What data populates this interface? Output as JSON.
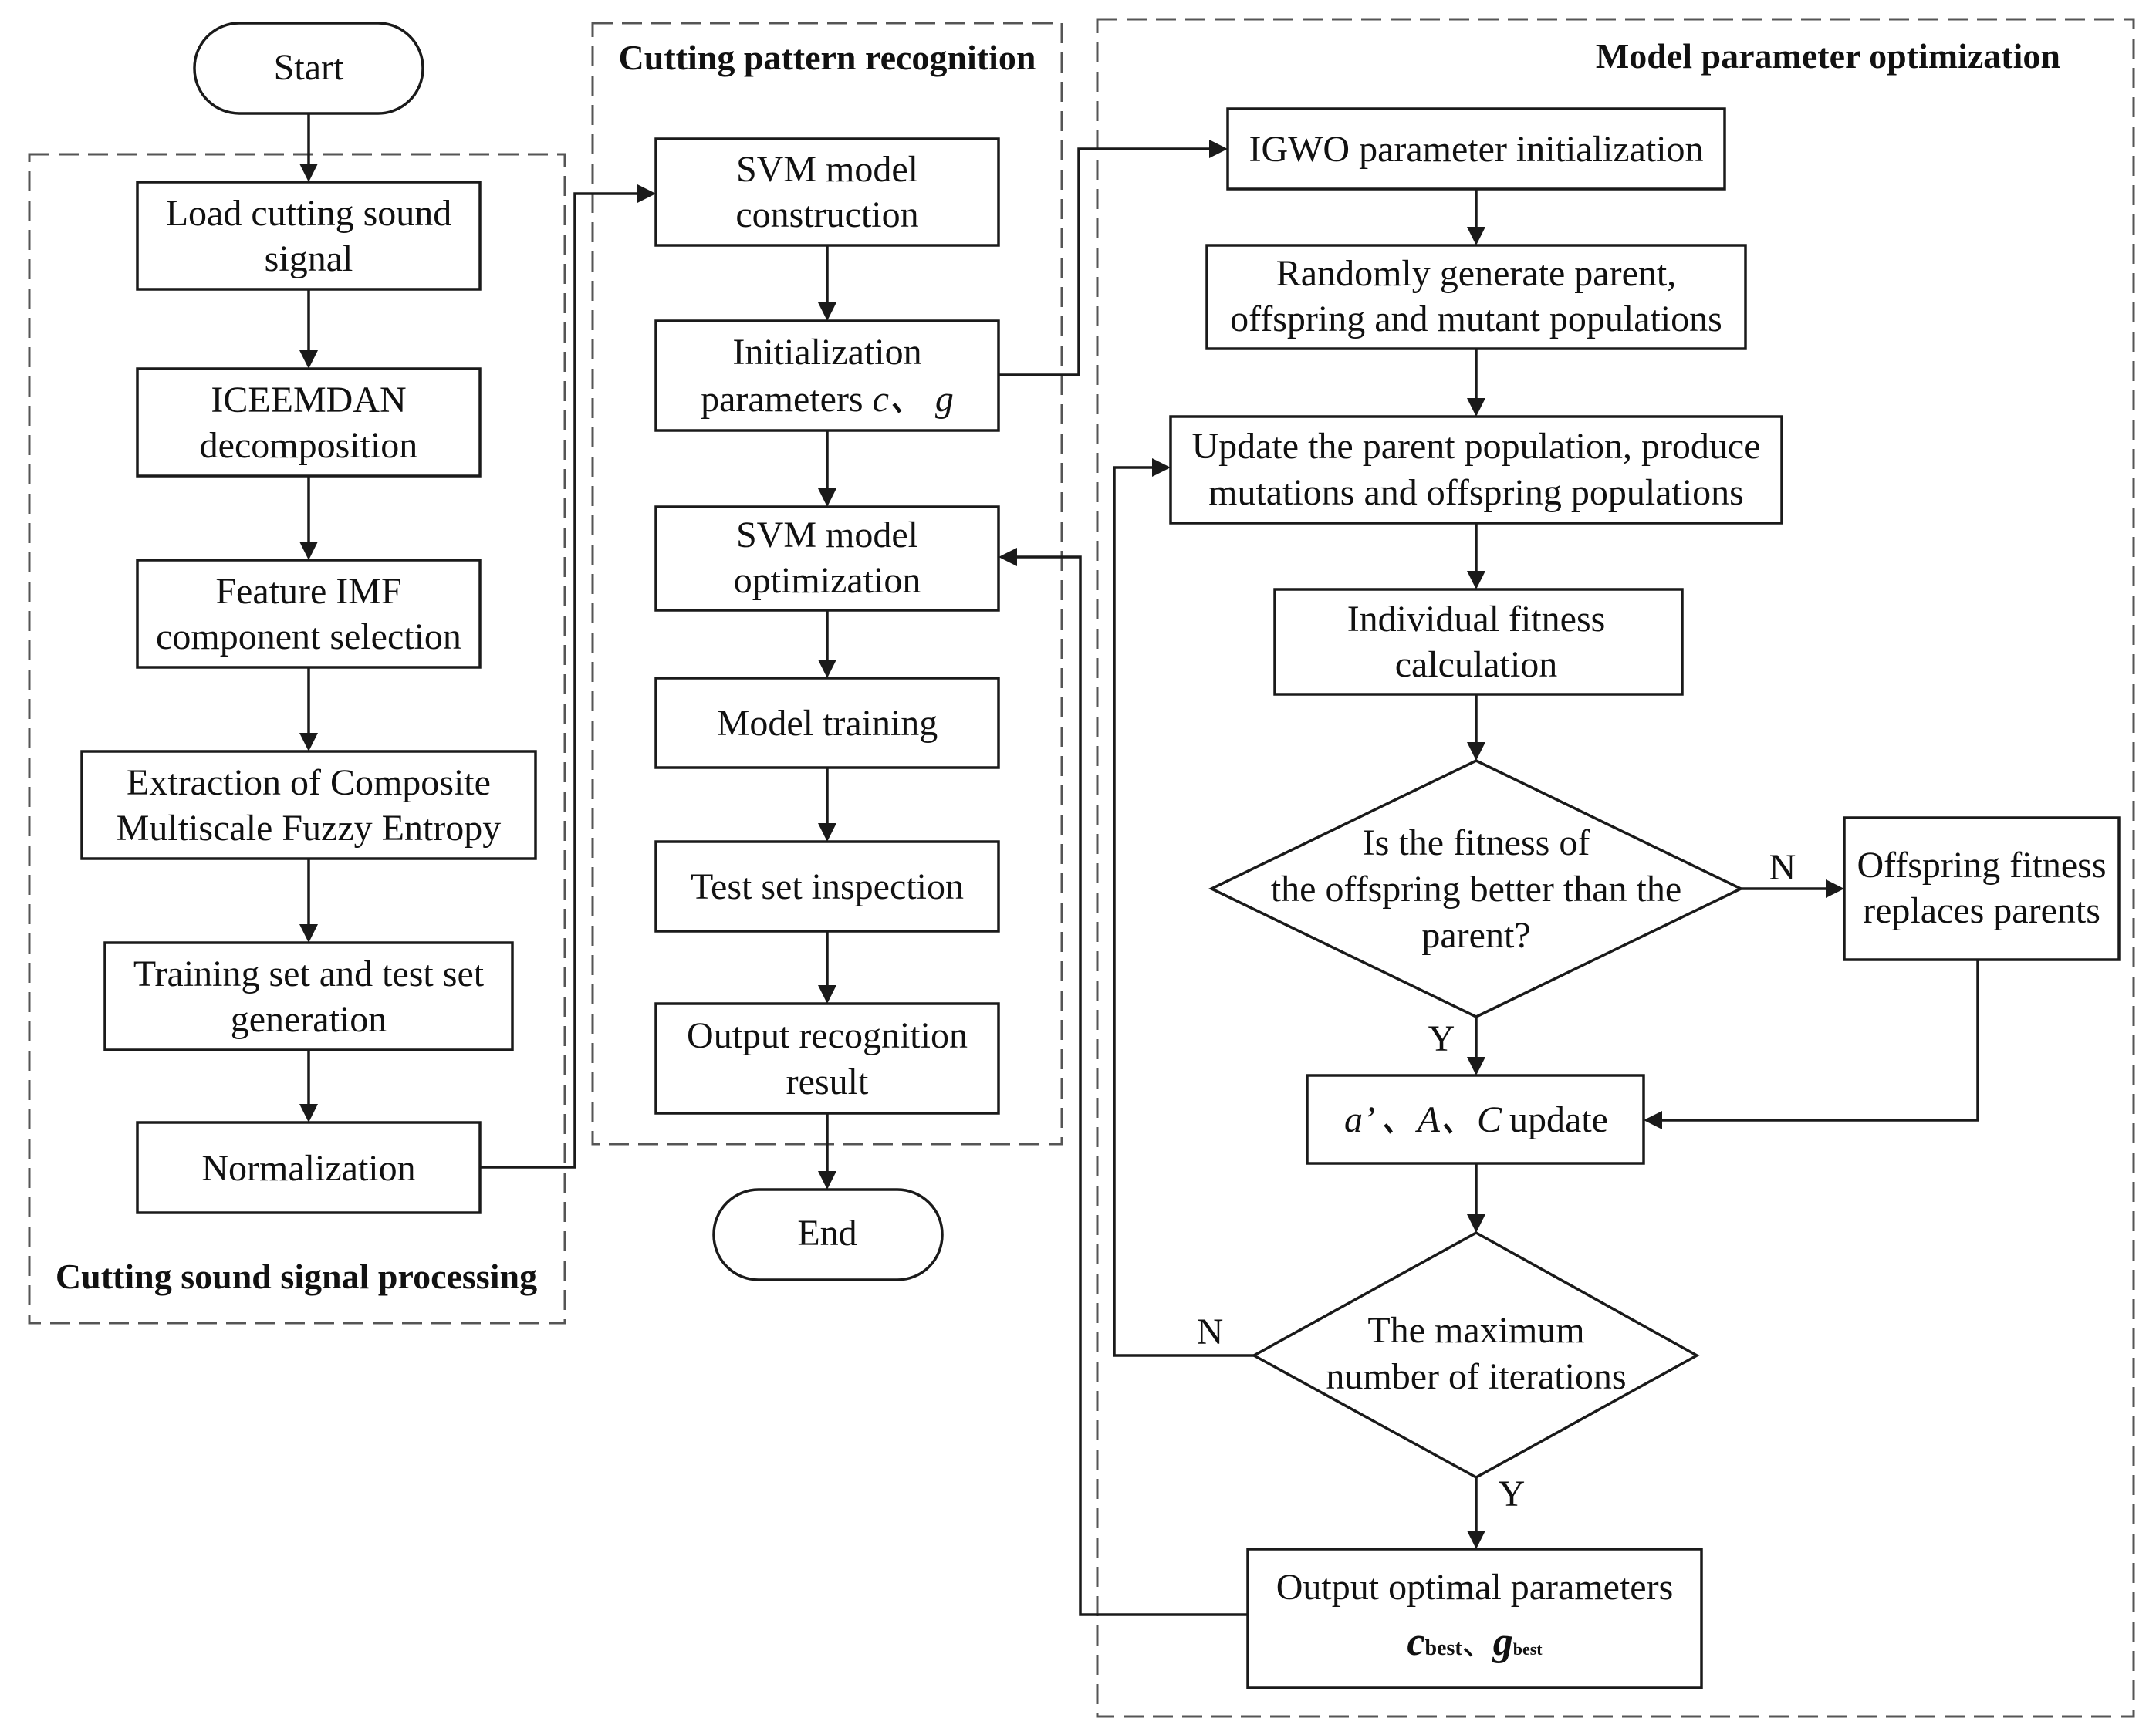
{
  "groups": {
    "processing": "Cutting sound signal processing",
    "recognition": "Cutting pattern recognition",
    "optimization": "Model parameter optimization"
  },
  "terminals": {
    "start": "Start",
    "end": "End"
  },
  "processing_steps": {
    "load": [
      "Load cutting sound",
      "signal"
    ],
    "iceemdan": [
      "ICEEMDAN",
      "decomposition"
    ],
    "feature_imf": [
      "Feature IMF",
      "component selection"
    ],
    "extraction": [
      "Extraction of Composite",
      "Multiscale Fuzzy Entropy"
    ],
    "training_set": [
      "Training set and test set",
      "generation"
    ],
    "normalization": "Normalization"
  },
  "recognition_steps": {
    "svm_construction": [
      "SVM model",
      "construction"
    ],
    "init_params_line1": "Initialization",
    "init_params_line2": "parameters",
    "init_params_vars": "c、 g",
    "svm_optimization": [
      "SVM model",
      "optimization"
    ],
    "model_training": "Model training",
    "test_set": "Test set inspection",
    "output_result": [
      "Output recognition",
      "result"
    ]
  },
  "optimization_steps": {
    "igwo_init": "IGWO parameter initialization",
    "random_generate": [
      "Randomly generate parent,",
      "offspring and mutant populations"
    ],
    "update_parent": [
      "Update the parent population, produce",
      "mutations and offspring populations"
    ],
    "fitness_calc": [
      "Individual fitness",
      "calculation"
    ],
    "decision_fitness": [
      "Is the fitness  of",
      "the offspring better than the",
      "parent?"
    ],
    "offspring_replace": [
      "Offspring fitness",
      "replaces parents"
    ],
    "update_vars": "a’  、A、C",
    "update_word": "update",
    "decision_iter": [
      "The maximum",
      "number of iterations"
    ],
    "output_optimal": "Output optimal parameters",
    "c_best_sym": "c",
    "c_best_sub": "best",
    "sep": "、",
    "g_best_sym": "g",
    "g_best_sub": "best"
  },
  "branch_labels": {
    "fitness_no": "N",
    "fitness_yes": "Y",
    "iter_no": "N",
    "iter_yes": "Y"
  }
}
